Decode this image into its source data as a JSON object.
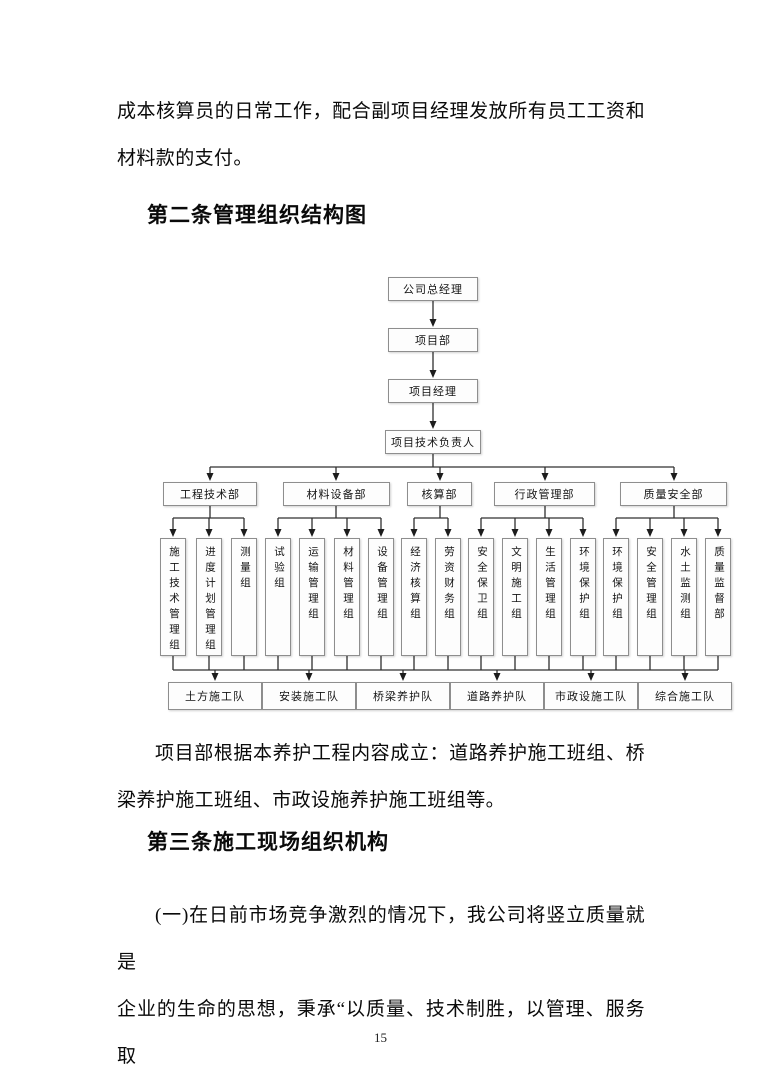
{
  "page": {
    "number": "15"
  },
  "paragraphs": {
    "intro": {
      "lines": [
        "成本核算员的日常工作，配合副项目经理发放所有员工工资和",
        "材料款的支付。"
      ]
    },
    "section2_heading": "第二条管理组织结构图",
    "after_chart": {
      "lines": [
        "项目部根据本养护工程内容成立：道路养护施工班组、桥",
        "梁养护施工班组、市政设施养护施工班组等。"
      ]
    },
    "section3_heading": "第三条施工现场组织机构",
    "section3_body": {
      "lines": [
        "(一)在日前市场竞争激烈的情况下，我公司将竖立质量就是",
        "企业的生命的思想，秉承“以质量、技术制胜，以管理、服务取"
      ]
    }
  },
  "org_chart": {
    "chain": [
      "公司总经理",
      "项目部",
      "项目经理",
      "项目技术负责人"
    ],
    "departments": [
      {
        "label": "工程技术部",
        "children": [
          "施工技术管理组",
          "进度计划管理组",
          "测量组"
        ]
      },
      {
        "label": "材料设备部",
        "children": [
          "试验组",
          "运输管理组",
          "材料管理组",
          "设备管理组"
        ]
      },
      {
        "label": "核算部",
        "children": [
          "经济核算组",
          "劳资财务组"
        ]
      },
      {
        "label": "行政管理部",
        "children": [
          "安全保卫组",
          "文明施工组",
          "生活管理组",
          "环境保护组"
        ]
      },
      {
        "label": "质量安全部",
        "children": [
          "环境保护组",
          "安全管理组",
          "水土监测组",
          "质量监督部"
        ]
      }
    ],
    "teams": [
      "土方施工队",
      "安装施工队",
      "桥梁养护队",
      "道路养护队",
      "市政设施工队",
      "综合施工队"
    ]
  }
}
